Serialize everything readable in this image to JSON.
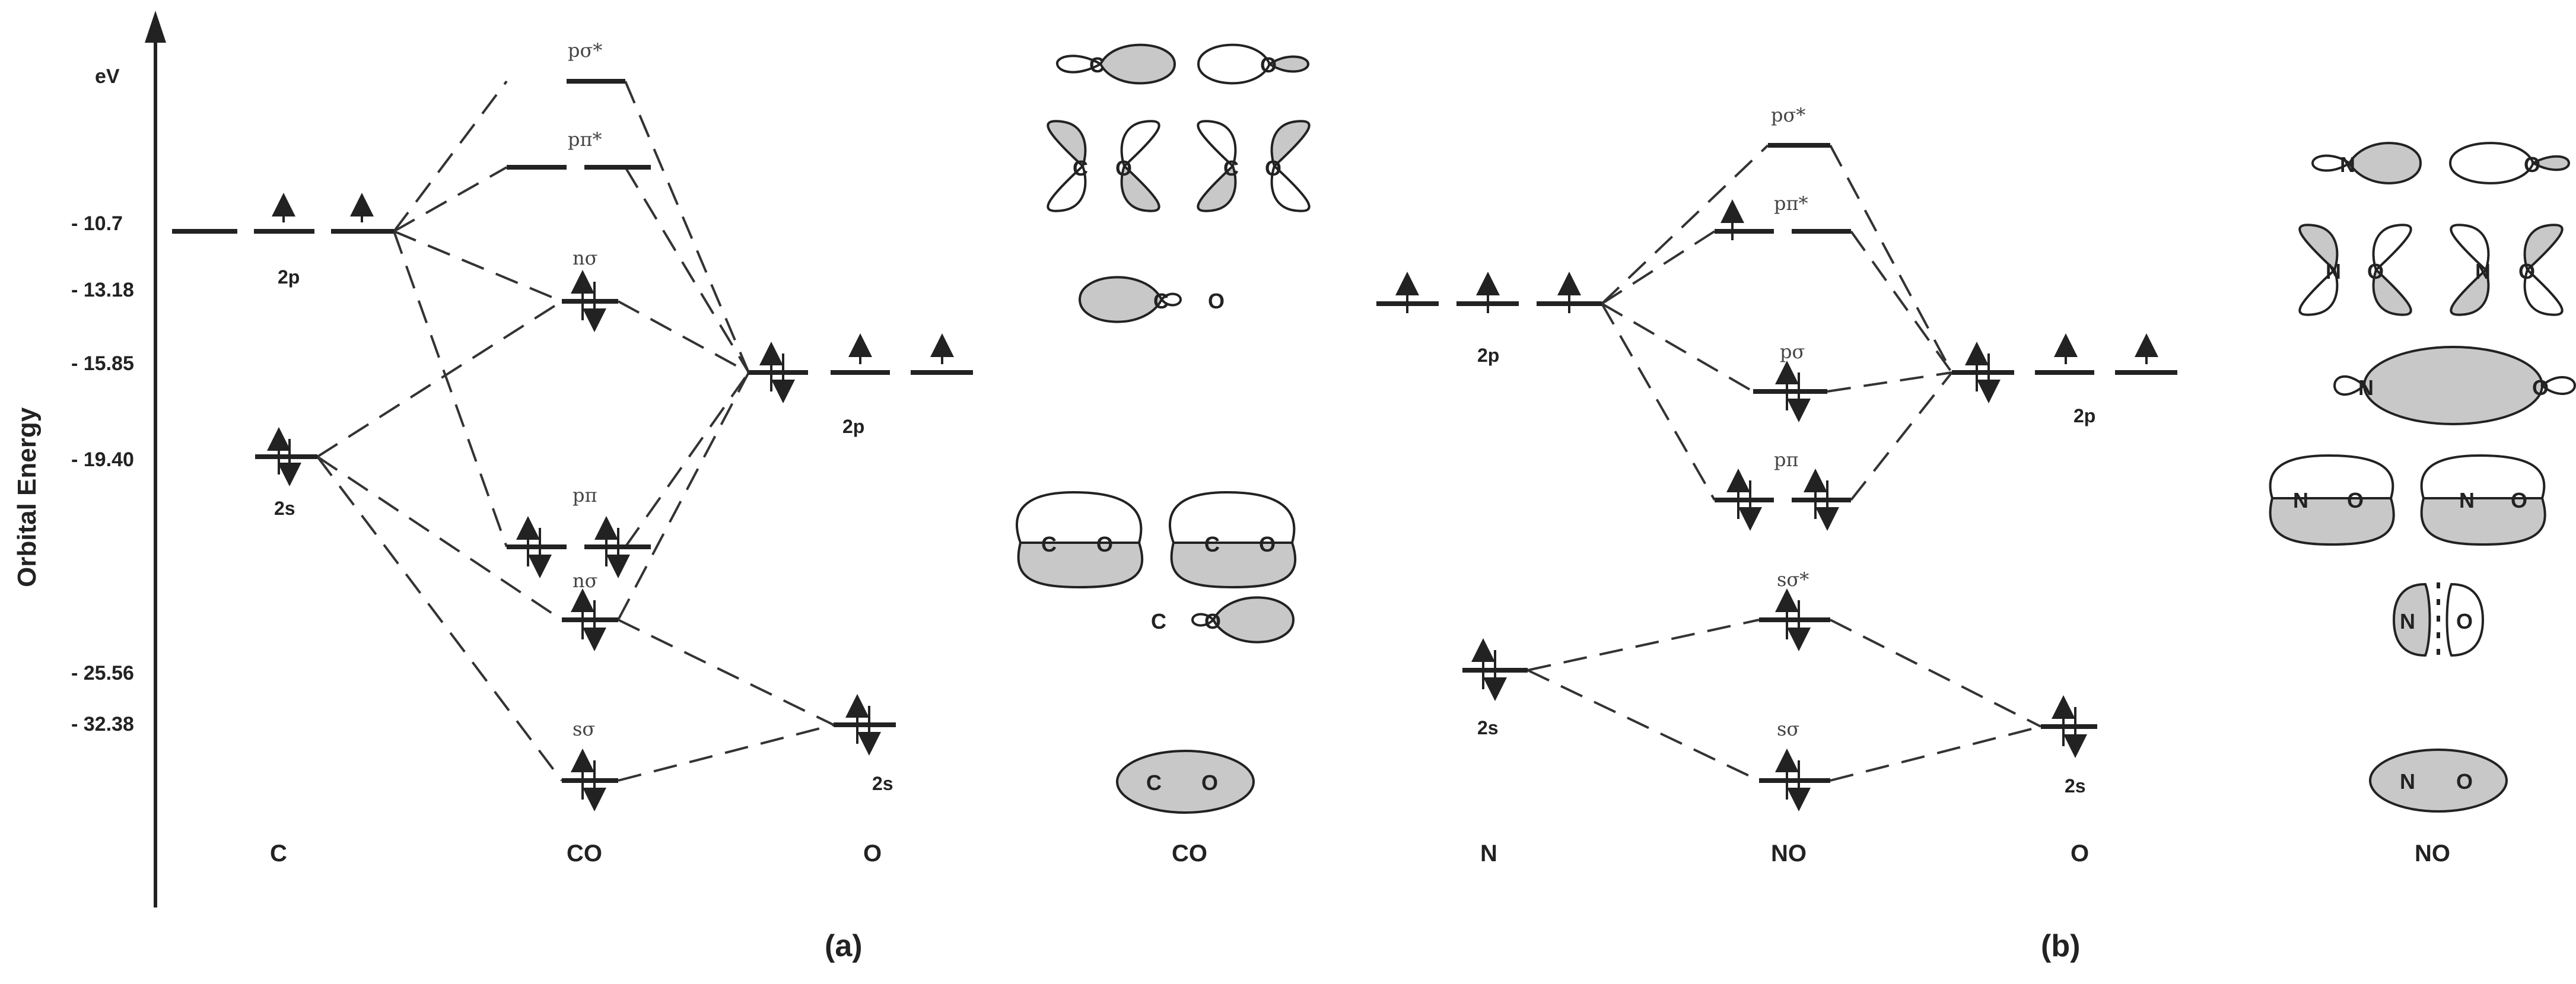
{
  "axis": {
    "unit": "eV",
    "ylabel": "Orbital Energy",
    "ticks": [
      "- 10.7",
      "- 13.18",
      "- 15.85",
      "- 19.40",
      "- 25.56",
      "- 32.38"
    ]
  },
  "panel_a": {
    "label": "(a)",
    "atom_left": {
      "name": "C",
      "levels": [
        {
          "label": "2p",
          "energy": -10.7
        },
        {
          "label": "2s",
          "energy": -19.4
        }
      ]
    },
    "molecule": {
      "name": "CO",
      "orbitals": [
        "pσ*",
        "pπ*",
        "nσ",
        "pπ",
        "nσ",
        "sσ"
      ]
    },
    "atom_right": {
      "name": "O",
      "levels": [
        {
          "label": "2p",
          "energy": -15.85
        },
        {
          "label": "2s",
          "energy": -32.38
        }
      ]
    },
    "orbital_column_label": "CO",
    "shape_atom_labels": [
      "C",
      "O"
    ]
  },
  "panel_b": {
    "label": "(b)",
    "atom_left": {
      "name": "N",
      "levels": [
        {
          "label": "2p"
        },
        {
          "label": "2s"
        }
      ]
    },
    "molecule": {
      "name": "NO",
      "orbitals": [
        "pσ*",
        "pπ*",
        "pσ",
        "pπ",
        "sσ*",
        "sσ"
      ]
    },
    "atom_right": {
      "name": "O",
      "levels": [
        {
          "label": "2p"
        },
        {
          "label": "2s"
        }
      ]
    },
    "orbital_column_label": "NO",
    "shape_atom_labels": [
      "N",
      "O"
    ]
  }
}
